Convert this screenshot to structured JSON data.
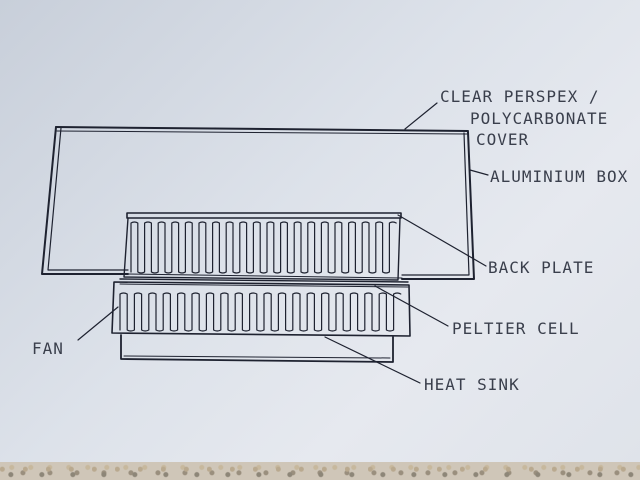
{
  "labels": {
    "cover_line1": "CLEAR PERSPEX /",
    "cover_line2": "POLYCARBONATE",
    "cover_line3": "COVER",
    "aluminium_box": "ALUMINIUM BOX",
    "back_plate": "BACK PLATE",
    "peltier_cell": "PELTIER CELL",
    "fan": "FAN",
    "heat_sink": "HEAT SINK"
  },
  "colors": {
    "ink": "#1e2230",
    "label_ink": "#3a3f4c",
    "paper": "#dde2ea"
  }
}
